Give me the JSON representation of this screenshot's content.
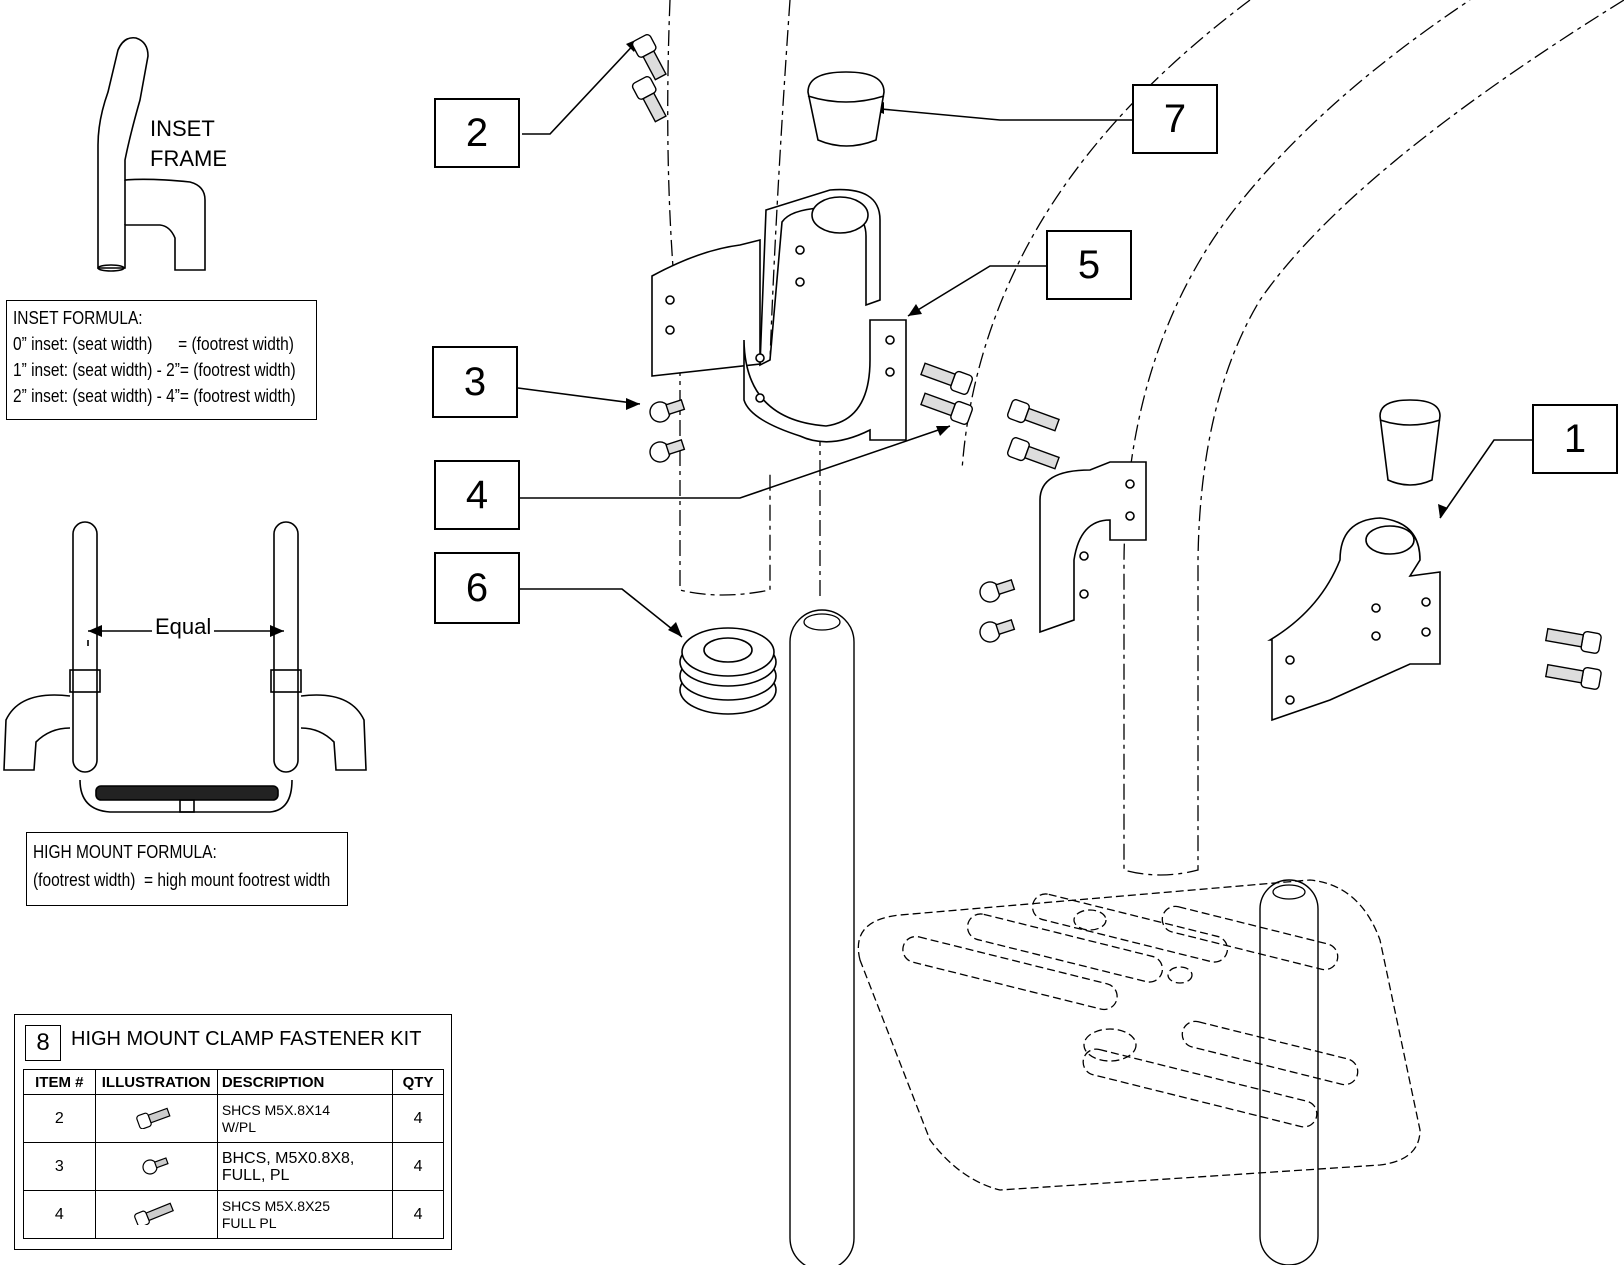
{
  "inset_frame": {
    "label_line1": "INSET",
    "label_line2": "FRAME"
  },
  "inset_formula": {
    "title": "INSET FORMULA:",
    "lines": [
      "0” inset: (seat width)      = (footrest width)",
      "1” inset: (seat width) - 2”= (footrest width)",
      "2” inset: (seat width) - 4”= (footrest width)"
    ]
  },
  "equal_label": "Equal",
  "high_mount_formula": {
    "title": "HIGH MOUNT FORMULA:",
    "line": "(footrest width)  = high mount footrest width"
  },
  "callouts": [
    "1",
    "2",
    "3",
    "4",
    "5",
    "6",
    "7"
  ],
  "kit": {
    "number": "8",
    "title": "HIGH MOUNT CLAMP FASTENER KIT",
    "headers": [
      "ITEM #",
      "ILLUSTRATION",
      "DESCRIPTION",
      "QTY"
    ],
    "rows": [
      {
        "item": "2",
        "illustration": "socket-head-cap-screw-short-icon",
        "desc1": "SHCS M5X.8X14",
        "desc2": "W/PL",
        "qty": "4"
      },
      {
        "item": "3",
        "illustration": "button-head-cap-screw-icon",
        "desc1": "BHCS, M5X0.8X8,",
        "desc2": "FULL, PL",
        "qty": "4"
      },
      {
        "item": "4",
        "illustration": "socket-head-cap-screw-long-icon",
        "desc1": "SHCS M5X.8X25",
        "desc2": "FULL PL",
        "qty": "4"
      }
    ]
  }
}
